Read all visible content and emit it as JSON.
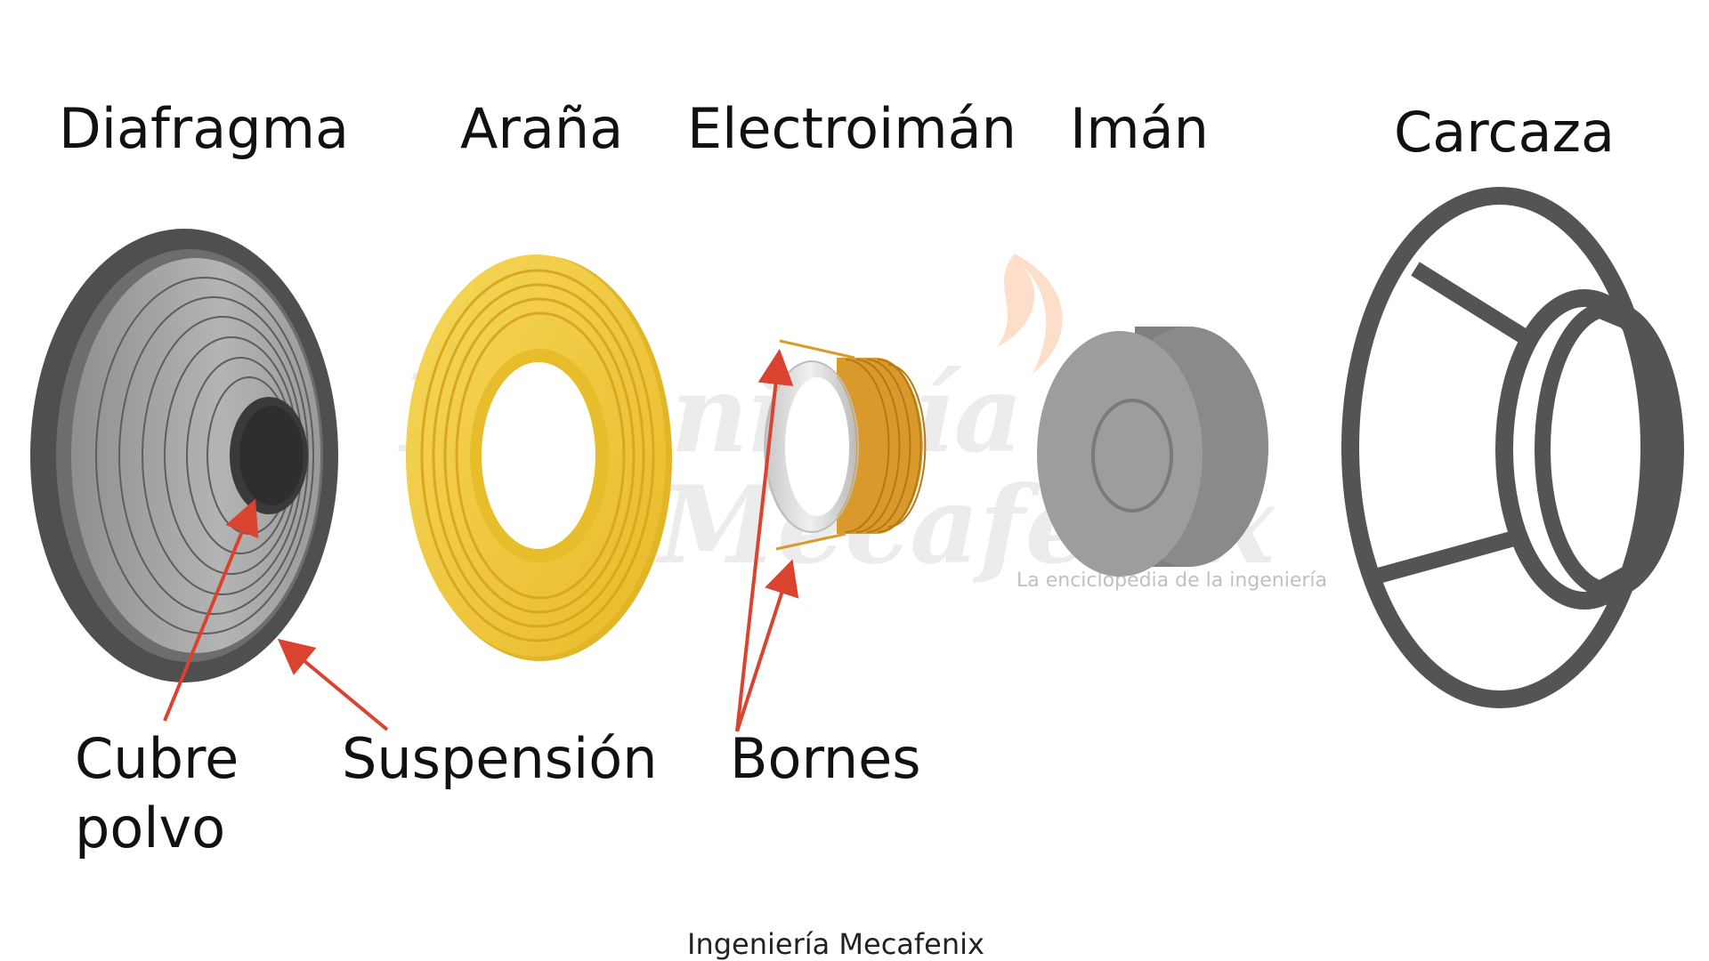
{
  "components": {
    "diafragma": "Diafragma",
    "arana": "Araña",
    "electroiman": "Electroimán",
    "iman": "Imán",
    "carcaza": "Carcaza"
  },
  "callouts": {
    "cubre_line1": "Cubre",
    "cubre_line2": "polvo",
    "suspension": "Suspensión",
    "bornes": "Bornes"
  },
  "watermark": {
    "line1": "Ingeniería",
    "line2": "Mecafenix",
    "tagline": "La enciclopedia de la ingeniería"
  },
  "footer": "Ingeniería Mecafenix",
  "colors": {
    "cone_dark": "#5a5a5a",
    "cone_face": "#a6a6a6",
    "spider_yellow": "#f3cb3f",
    "coil_copper": "#d99a2b",
    "magnet_gray": "#9a9a9a",
    "frame_gray": "#555555",
    "arrow_red": "#d9432f"
  }
}
